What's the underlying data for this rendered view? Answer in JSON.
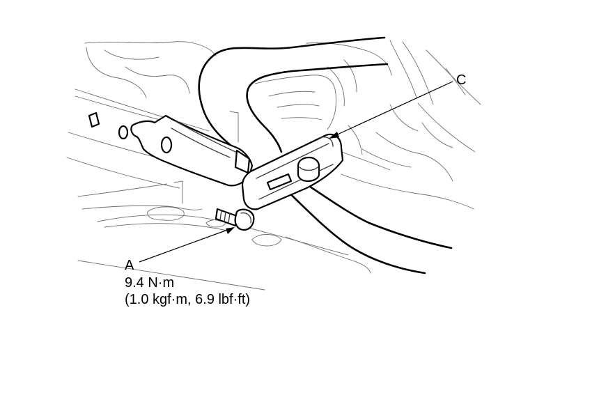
{
  "callouts": {
    "c": {
      "letter": "C"
    },
    "a": {
      "letter": "A",
      "torque": "9.4 N·m",
      "torque_alt": "(1.0 kgf·m, 6.9 lbf·ft)"
    }
  },
  "colors": {
    "line": "#000000",
    "background_detail": "#6e6e6e"
  }
}
